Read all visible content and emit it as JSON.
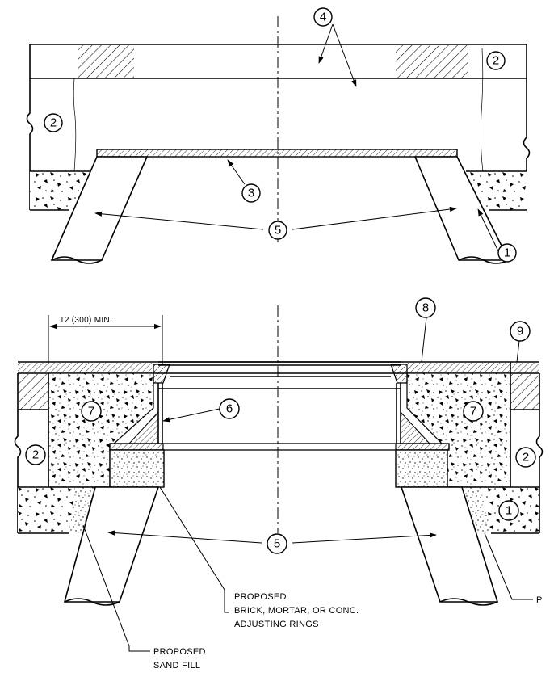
{
  "callouts": {
    "n1": "1",
    "n2": "2",
    "n3": "3",
    "n4": "4",
    "n5": "5",
    "n6": "6",
    "n7": "7",
    "n8": "8",
    "n9": "9"
  },
  "dimension": {
    "label": "12 (300) MIN."
  },
  "notes": {
    "rings_line1": "PROPOSED",
    "rings_line2": "BRICK, MORTAR, OR CONC.",
    "rings_line3": "ADJUSTING RINGS",
    "sand_line1": "PROPOSED",
    "sand_line2": "SAND FILL",
    "p_label": "P"
  }
}
